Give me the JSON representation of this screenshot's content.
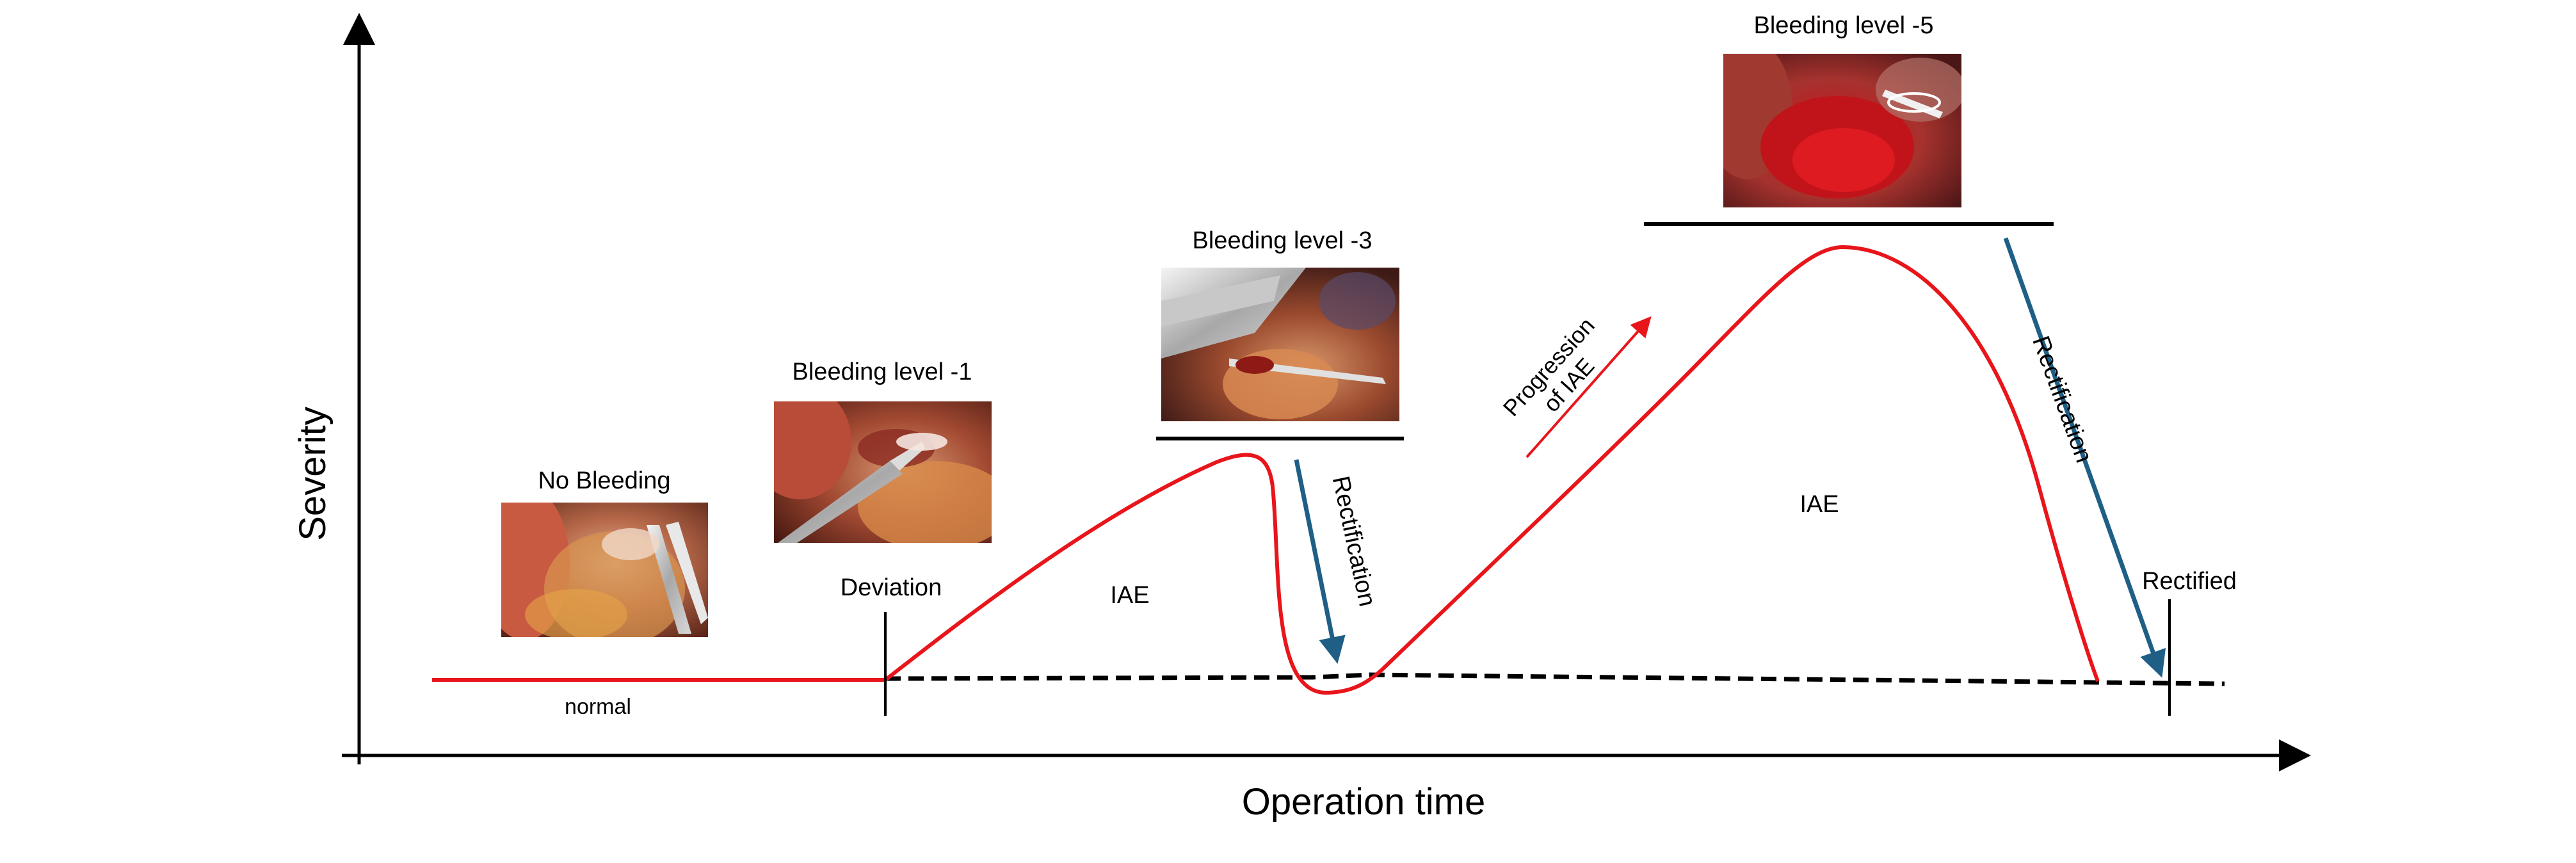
{
  "axes": {
    "y_label": "Severity",
    "x_label": "Operation time"
  },
  "stages": {
    "no_bleeding": "No Bleeding",
    "level1": "Bleeding level -1",
    "level3": "Bleeding level -3",
    "level5": "Bleeding level -5"
  },
  "labels": {
    "normal": "normal",
    "deviation": "Deviation",
    "iae_first": "IAE",
    "iae_second": "IAE",
    "rectification_first": "Rectification",
    "rectification_second": "Rectification",
    "progression_line1": "Progression",
    "progression_line2": "of IAE",
    "rectified": "Rectified"
  },
  "colors": {
    "severity_curve": "#e8151b",
    "rectification_arrow": "#1f5f86",
    "baseline_dashed": "#000000",
    "axis": "#000000"
  },
  "images": [
    {
      "name": "no-bleeding-photo",
      "shows": "surgical view, no bleeding"
    },
    {
      "name": "bleeding-level-1-photo",
      "shows": "surgical view, bleeding level 1"
    },
    {
      "name": "bleeding-level-3-photo",
      "shows": "surgical view, bleeding level 3"
    },
    {
      "name": "bleeding-level-5-photo",
      "shows": "surgical view, bleeding level 5"
    }
  ]
}
